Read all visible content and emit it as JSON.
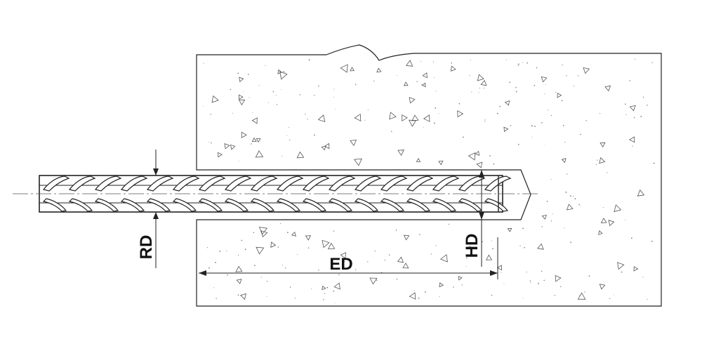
{
  "labels": {
    "rebar_diameter": "RD",
    "embedment_depth": "ED",
    "hole_diameter": "HD"
  },
  "colors": {
    "line": "#222222",
    "concrete_fill": "#ffffff",
    "aggregate": "#555555"
  }
}
